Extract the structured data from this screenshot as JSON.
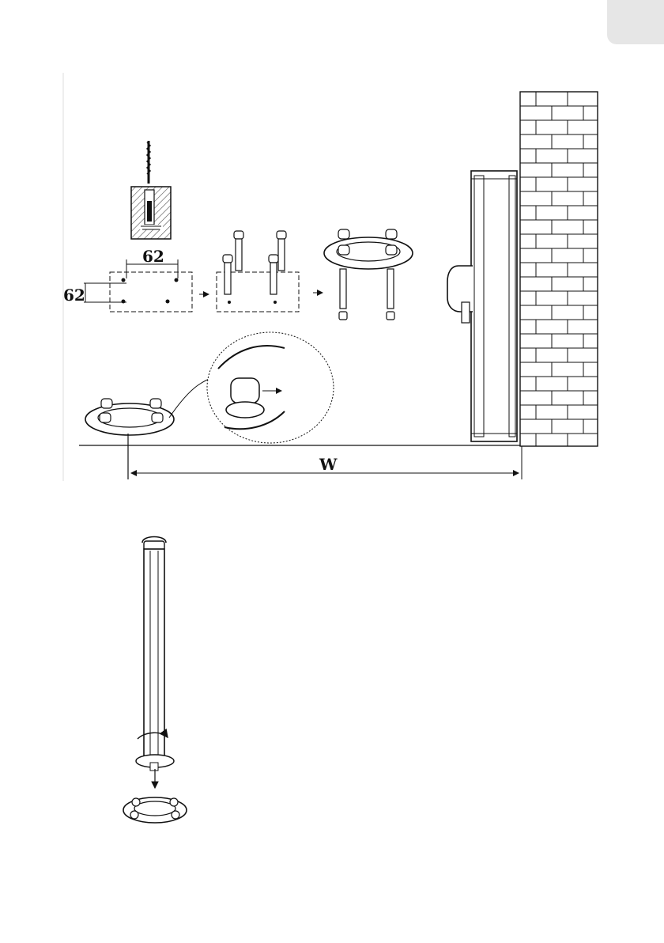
{
  "page": {
    "tab_color": "#e6e6e6",
    "line_color": "#1a1a1a"
  },
  "install_diagram": {
    "hole_spacing_horizontal": "62",
    "hole_spacing_vertical": "62",
    "distance_label": "W"
  },
  "icons": [
    "drill-bit-icon",
    "concrete-hole-icon",
    "expansion-bolt-icon",
    "base-plate-icon",
    "brick-wall-icon",
    "awning-cassette-icon",
    "pole-icon",
    "arrow-right-icon"
  ]
}
